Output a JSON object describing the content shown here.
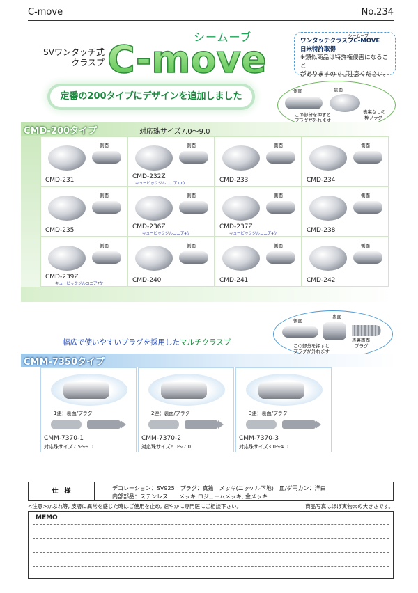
{
  "header": {
    "brand": "C-move",
    "number": "No.234"
  },
  "title": {
    "subtitle_line1": "SVワンタッチ式",
    "subtitle_line2": "クラスプ",
    "logo": "C-move",
    "kana": "シームーブ"
  },
  "patent_box": {
    "kana": "シームーブ",
    "line1": "ワンタッチクラスプC-MOVE",
    "line2": "日米特許取得",
    "line3": "※類似商品は特許権侵害になること",
    "line4": "がありますのでご注意ください。"
  },
  "banner": "定番の200タイプにデザインを追加しました",
  "diagram1": {
    "side": "側面",
    "back": "裏面",
    "note1": "この部分を押すと",
    "note2": "プラグが外れます",
    "note3": "表裏なしの",
    "note4": "棒プラグ"
  },
  "section1": {
    "title": "CMD-200タイプ",
    "size": "対応珠サイズ7.0～9.0",
    "side_label": "側面",
    "items": [
      {
        "label": "CMD-231",
        "note": ""
      },
      {
        "label": "CMD-232Z",
        "note": "キュービックジルコニア10ケ"
      },
      {
        "label": "CMD-233",
        "note": ""
      },
      {
        "label": "CMD-234",
        "note": ""
      },
      {
        "label": "CMD-235",
        "note": ""
      },
      {
        "label": "CMD-236Z",
        "note": "キュービックジルコニア4ケ"
      },
      {
        "label": "CMD-237Z",
        "note": "キュービックジルコニア4ケ"
      },
      {
        "label": "CMD-238",
        "note": ""
      },
      {
        "label": "CMD-239Z",
        "note": "キュービックジルコニア7ケ"
      },
      {
        "label": "CMD-240",
        "note": ""
      },
      {
        "label": "CMD-241",
        "note": ""
      },
      {
        "label": "CMD-242",
        "note": ""
      }
    ]
  },
  "diagram2": {
    "side": "側面",
    "back": "裏面",
    "note1": "この部分を押すと",
    "note2": "プラグが外れます",
    "note3": "表裏両面",
    "note4": "プラグ"
  },
  "multi": {
    "blue": "幅広で使いやすいプラグを採用した",
    "green": "マルチクラスプ"
  },
  "section2": {
    "title": "CMM-7350タイプ",
    "items": [
      {
        "cap": "1連：裏面/プラグ",
        "label": "CMM-7370-1",
        "size": "対応珠サイズ7.5～9.0"
      },
      {
        "cap": "2連：裏面/プラグ",
        "label": "CMM-7370-2",
        "size": "対応珠サイズ6.0～7.0"
      },
      {
        "cap": "3連：裏面/プラグ",
        "label": "CMM-7370-3",
        "size": "対応珠サイズ3.0～4.0"
      }
    ]
  },
  "spec": {
    "key": "仕　様",
    "line1": "デコレーション：SV925　プラグ：真鍮　メッキ(ニッケル下地)　皿/ダ円カン：洋白",
    "line2": "内部部品：ステンレス　　メッキ:ロジュームメッキ, 金メッキ"
  },
  "caution": {
    "left": "<注意>かぶれ等, 皮膚に異常を感じた時はご使用を止め, 速やかに専門医にご相談下さい。",
    "right": "商品写真はほぼ実物大の大きさです。"
  },
  "memo": {
    "title": "MEMO"
  },
  "colors": {
    "green": "#1b8a3f",
    "blue": "#2a50b5",
    "logo_green": "#22a35a"
  }
}
